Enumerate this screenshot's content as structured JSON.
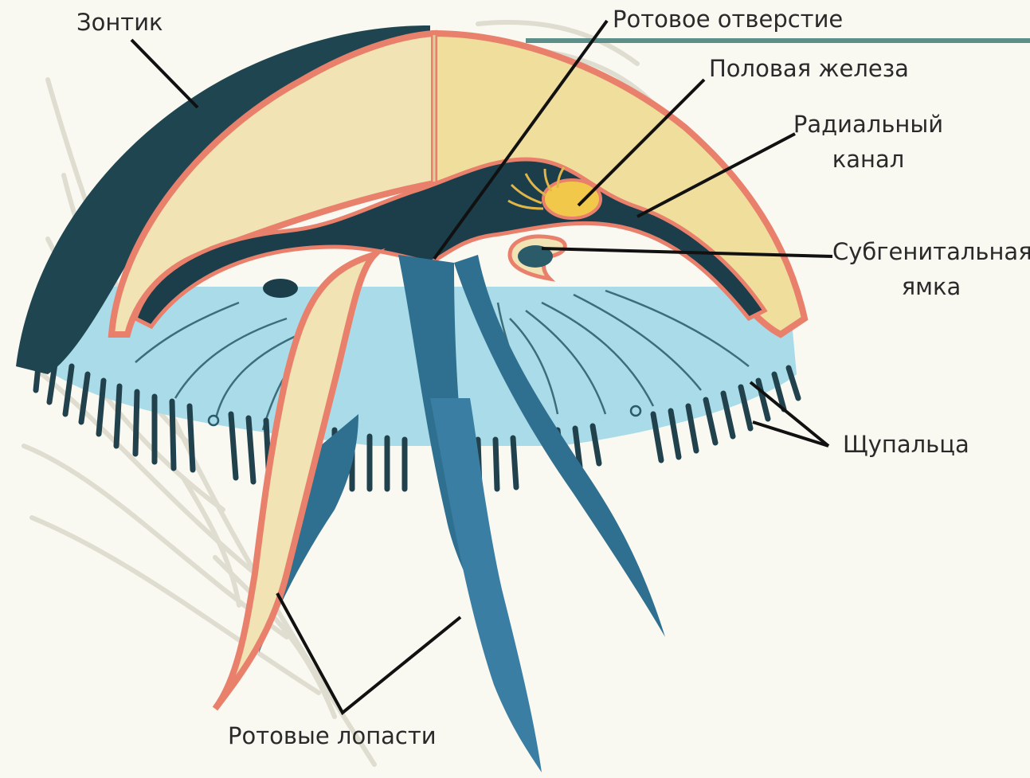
{
  "labels": {
    "umbrella": "Зонтик",
    "mouth": "Ротовое отверстие",
    "gonad": "Половая железа",
    "radial_canal_1": "Радиальный",
    "radial_canal_2": "канал",
    "subgenital_pit_1": "Субгенитальная",
    "subgenital_pit_2": "ямка",
    "tentacles": "Щупальца",
    "oral_arms": "Ротовые лопасти"
  },
  "colors": {
    "background": "#f9f8f1",
    "exumbrella": "#1f4650",
    "mesoglea": "#f1e3b4",
    "mesoglea_right": "#f0de9d",
    "epidermis": "#e9806c",
    "gastric": "#1b3e4a",
    "subumbrella": "#a9dce8",
    "oral_arm": "#2f6f90",
    "gonad": "#f2c84a",
    "tentacle": "#21414c",
    "accent_bar": "#5d8f8a",
    "leader": "#111111"
  }
}
